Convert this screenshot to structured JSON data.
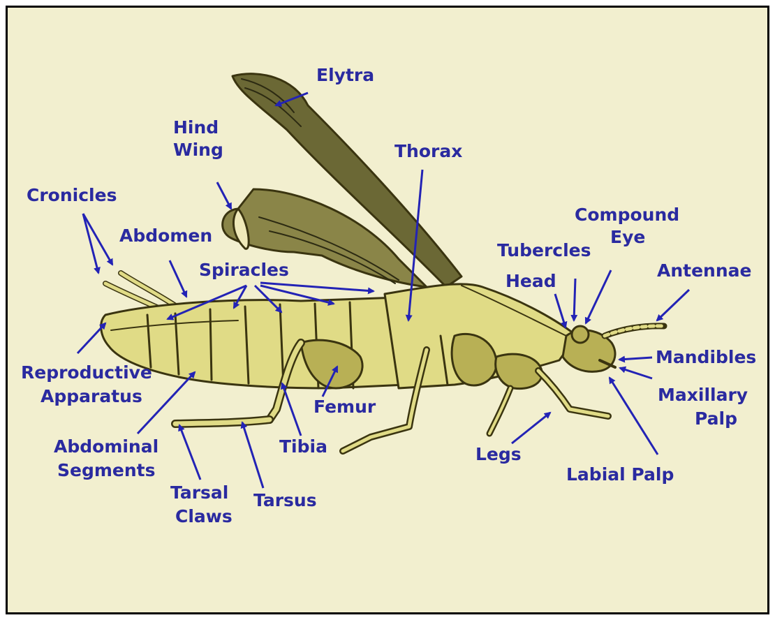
{
  "colors": {
    "background": "#f2efcf",
    "label": "#2a2aa0",
    "arrow": "#2323b5",
    "body_light": "#e0db86",
    "body_dark": "#b8b055",
    "outline": "#3a3410",
    "wing_dark": "#4b4a22"
  },
  "labels": {
    "elytra": "Elytra",
    "hind_wing_1": "Hind",
    "hind_wing_2": "Wing",
    "thorax": "Thorax",
    "cronicles": "Cronicles",
    "abdomen": "Abdomen",
    "spiracles": "Spiracles",
    "compound_eye_1": "Compound",
    "compound_eye_2": "Eye",
    "tubercles": "Tubercles",
    "antennae": "Antennae",
    "head": "Head",
    "mandibles": "Mandibles",
    "reproductive_1": "Reproductive",
    "reproductive_2": "Apparatus",
    "maxillary_1": "Maxillary",
    "maxillary_2": "Palp",
    "femur": "Femur",
    "abdominal_1": "Abdominal",
    "abdominal_2": "Segments",
    "tibia": "Tibia",
    "legs": "Legs",
    "labial_palp": "Labial Palp",
    "tarsal_1": "Tarsal",
    "tarsal_2": "Claws",
    "tarsus": "Tarsus"
  }
}
